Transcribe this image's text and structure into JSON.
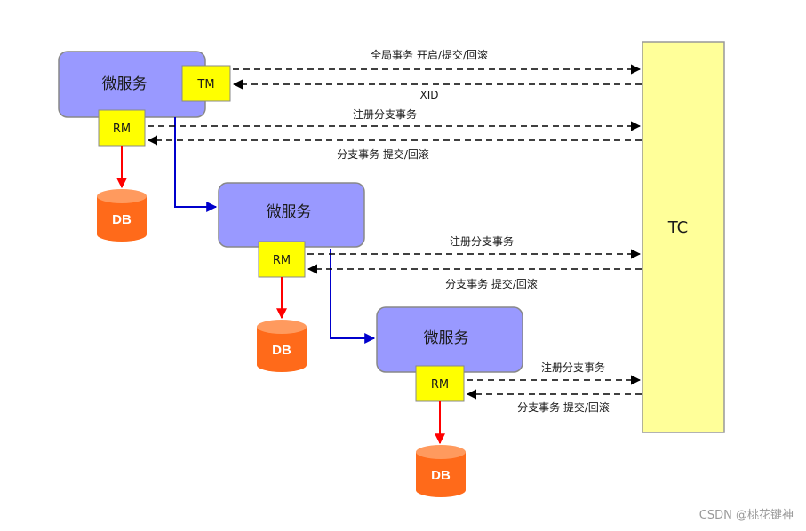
{
  "diagram": {
    "services": [
      {
        "label": "微服务",
        "tm": "TM",
        "rm": "RM",
        "db": "DB"
      },
      {
        "label": "微服务",
        "rm": "RM",
        "db": "DB"
      },
      {
        "label": "微服务",
        "rm": "RM",
        "db": "DB"
      }
    ],
    "tc": {
      "label": "TC"
    },
    "messages": {
      "global_tx": "全局事务 开启/提交/回滚",
      "xid": "XID",
      "register_branch": "注册分支事务",
      "branch_commit_rollback": "分支事务 提交/回滚"
    },
    "colors": {
      "service_fill": "#9999ff",
      "tm_rm_fill": "#ffff00",
      "tc_fill": "#ffff99",
      "db_fill": "#ff6a1a",
      "call_arrow": "#0000cc",
      "db_arrow": "#ff0000"
    }
  },
  "watermark": "CSDN @桃花键神"
}
